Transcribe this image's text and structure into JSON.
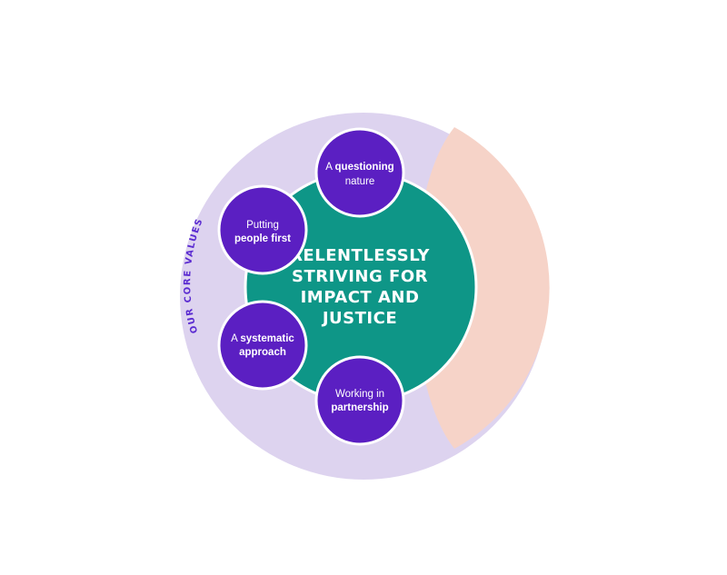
{
  "colors": {
    "outer_ring": "#ddd3ef",
    "accent_segment": "#f6d3c8",
    "core": "#0e9687",
    "value_circle": "#5b1fc2",
    "arc_text": "#5b2bd1",
    "outline": "#ffffff"
  },
  "ring_label": "OUR CORE VALUES",
  "core": {
    "lines": [
      "RELENTLESSLY",
      "STRIVING FOR",
      "IMPACT AND",
      "JUSTICE"
    ]
  },
  "values": [
    {
      "line1_plain": "A ",
      "line1_bold": "questioning",
      "line2_plain": "nature",
      "line2_bold": ""
    },
    {
      "line1_plain": "Putting",
      "line1_bold": "",
      "line2_plain": "",
      "line2_bold": "people first"
    },
    {
      "line1_plain": "A ",
      "line1_bold": "systematic",
      "line2_plain": "",
      "line2_bold": "approach"
    },
    {
      "line1_plain": "Working in",
      "line1_bold": "",
      "line2_plain": "",
      "line2_bold": "partnership"
    }
  ]
}
